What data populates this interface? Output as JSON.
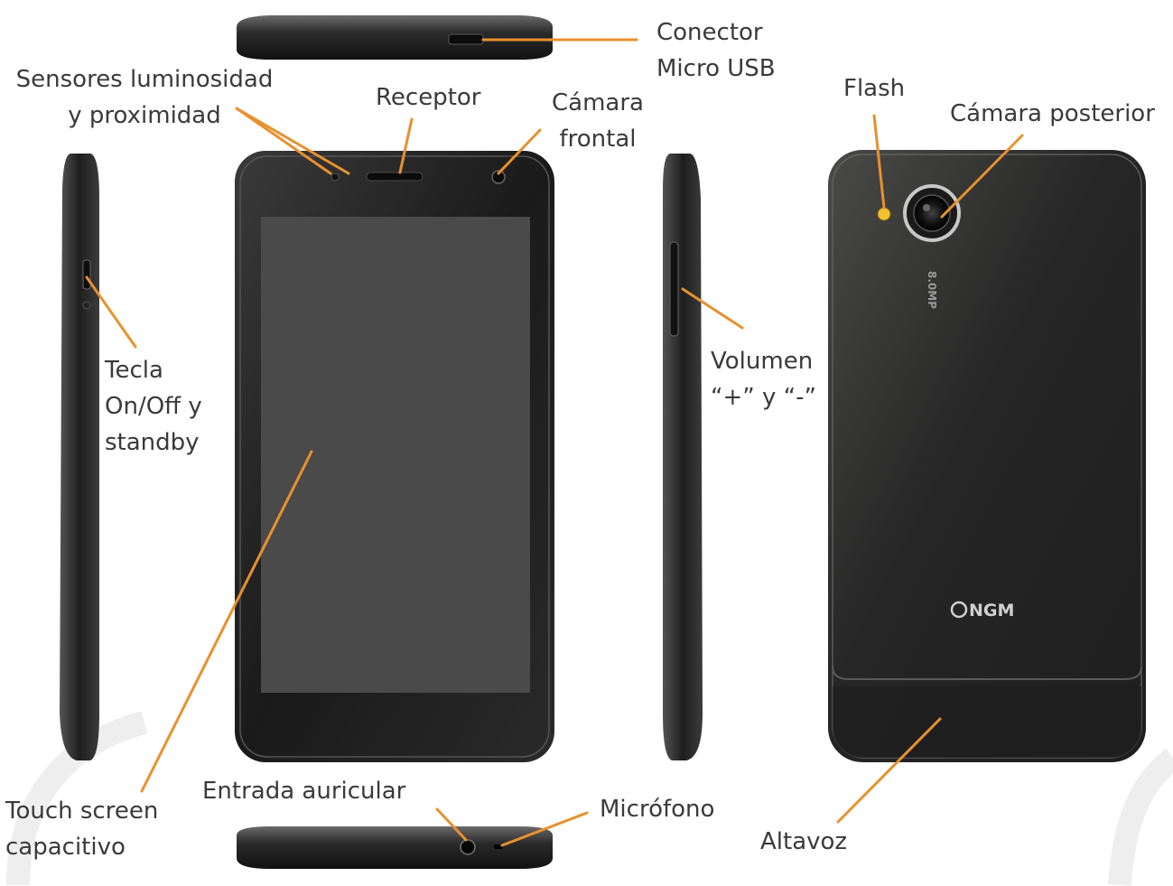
{
  "colors": {
    "leader": "#e8912e",
    "phone_body": "#1c1c1c",
    "screen": "#4a4a4a",
    "text": "#3a3a3a",
    "flash": "#f2c230"
  },
  "labels": {
    "micro_usb": [
      "Conector",
      "Micro USB"
    ],
    "sensors": [
      "Sensores luminosidad",
      "y proximidad"
    ],
    "receiver": [
      "Receptor"
    ],
    "front_camera": [
      "Cámara",
      "frontal"
    ],
    "flash": [
      "Flash"
    ],
    "rear_camera": [
      "Cámara posterior"
    ],
    "power_key": [
      "Tecla",
      "On/Off y",
      "standby"
    ],
    "volume": [
      "Volumen",
      "“+” y “-”"
    ],
    "touch_screen": [
      "Touch screen",
      "capacitivo"
    ],
    "headphone_jack": [
      "Entrada auricular"
    ],
    "microphone": [
      "Micrófono"
    ],
    "speaker": [
      "Altavoz"
    ]
  },
  "device_markings": {
    "camera_spec": "8.0MP",
    "brand": "NGM"
  }
}
